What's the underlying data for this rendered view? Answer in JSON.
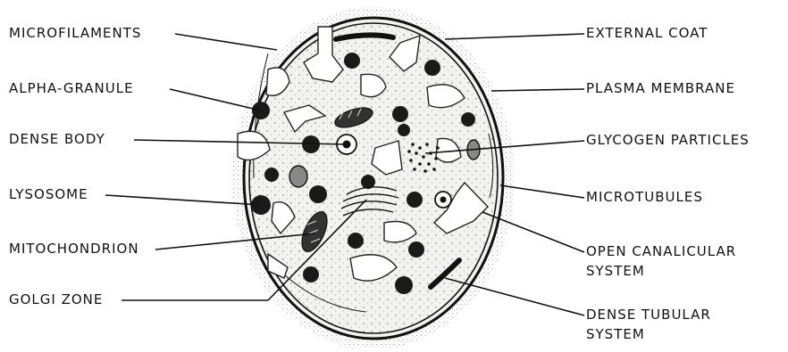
{
  "diagram": {
    "labels_left": [
      {
        "id": "microfilaments",
        "text": "MICROFILAMENTS"
      },
      {
        "id": "alpha-granule",
        "text": "ALPHA-GRANULE"
      },
      {
        "id": "dense-body",
        "text": "DENSE BODY"
      },
      {
        "id": "lysosome",
        "text": "LYSOSOME"
      },
      {
        "id": "mitochondrion",
        "text": "MITOCHONDRION"
      },
      {
        "id": "golgi-zone",
        "text": "GOLGI ZONE"
      }
    ],
    "labels_right": [
      {
        "id": "external-coat",
        "text": "EXTERNAL COAT"
      },
      {
        "id": "plasma-membrane",
        "text": "PLASMA MEMBRANE"
      },
      {
        "id": "glycogen-particles",
        "text": "GLYCOGEN PARTICLES"
      },
      {
        "id": "microtubules",
        "text": "MICROTUBULES"
      },
      {
        "id": "open-canalicular-1",
        "text": "OPEN CANALICULAR"
      },
      {
        "id": "open-canalicular-2",
        "text": "SYSTEM"
      },
      {
        "id": "dense-tubular-1",
        "text": "DENSE TUBULAR"
      },
      {
        "id": "dense-tubular-2",
        "text": "SYSTEM"
      }
    ]
  }
}
